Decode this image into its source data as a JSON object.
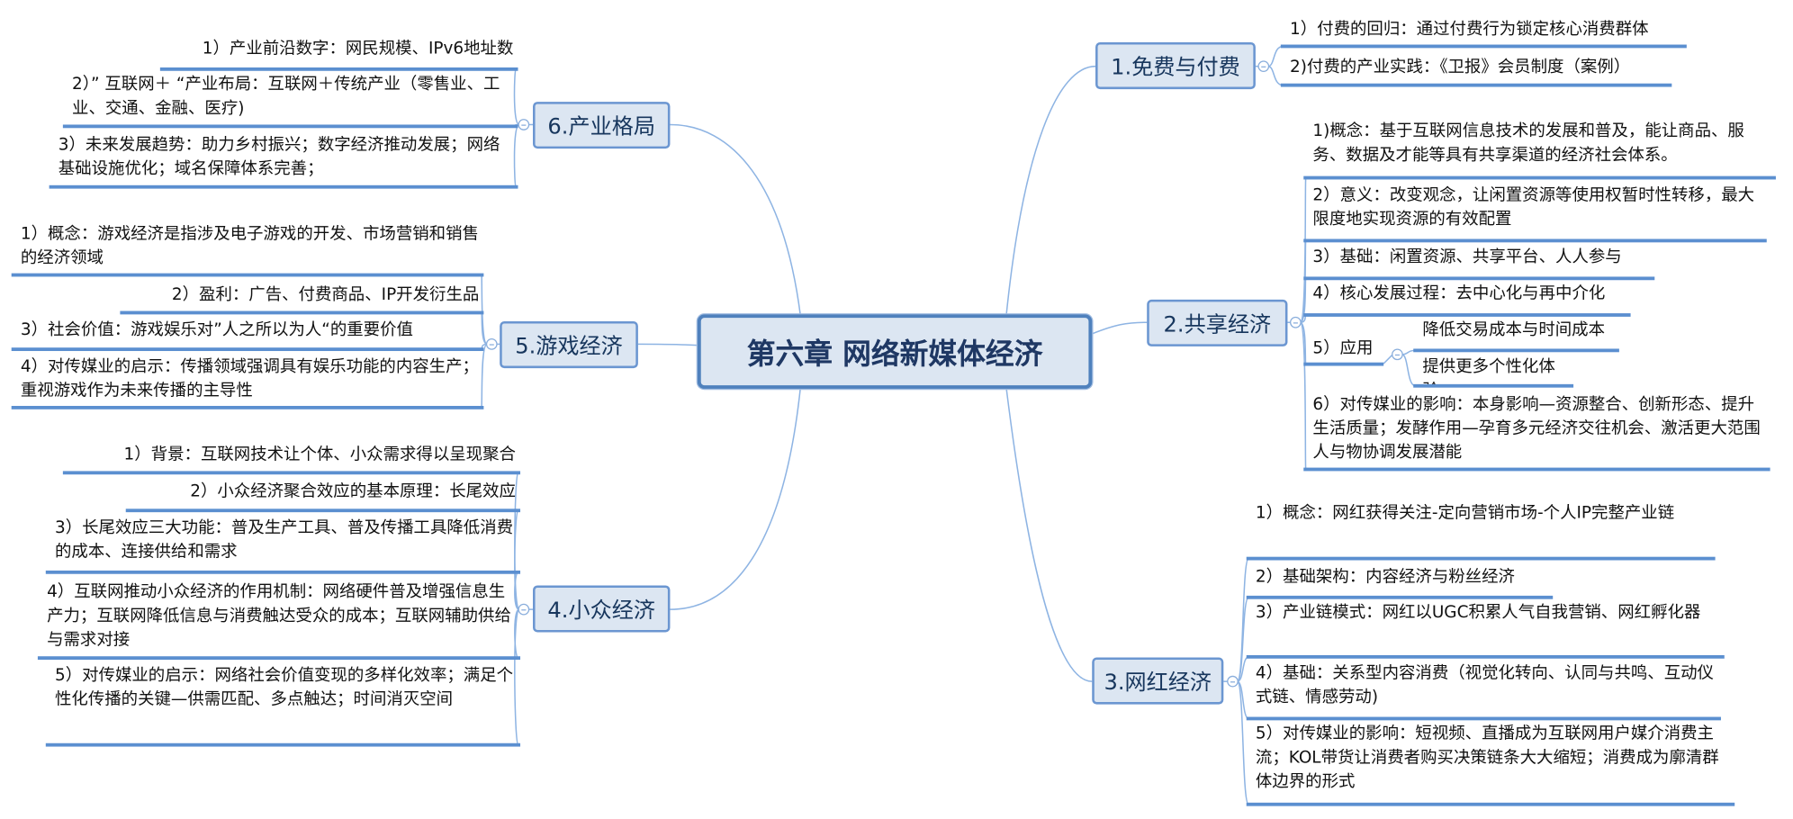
{
  "center": "第六章 网络新媒体经济",
  "topics": {
    "t1": {
      "label": "1.免费与付费",
      "items": [
        "1）付费的回归：通过付费行为锁定核心消费群体",
        "2)付费的产业实践：《卫报》会员制度（案例）"
      ]
    },
    "t2": {
      "label": "2.共享经济",
      "items": [
        "1)概念：基于互联网信息技术的发展和普及，能让商品、服务、数据及才能等具有共享渠道的经济社会体系。",
        "2）意义：改变观念，让闲置资源等使用权暂时性转移，最大限度地实现资源的有效配置",
        "3）基础：闲置资源、共享平台、人人参与",
        "4）核心发展过程：去中心化与再中介化",
        "5）应用",
        "6）对传媒业的影响：本身影响—资源整合、创新形态、提升生活质量；发酵作用—孕育多元经济交往机会、激活更大范围人与物协调发展潜能"
      ],
      "sub": [
        "降低交易成本与时间成本",
        "提供更多个性化体验"
      ]
    },
    "t3": {
      "label": "3.网红经济",
      "items": [
        "1）概念：网红获得关注-定向营销市场-个人IP完整产业链",
        "2）基础架构：内容经济与粉丝经济",
        "3）产业链模式：网红以UGC积累人气自我营销、网红孵化器",
        "4）基础：关系型内容消费（视觉化转向、认同与共鸣、互动仪式链、情感劳动)",
        "5）对传媒业的影响：短视频、直播成为互联网用户媒介消费主流；KOL带货让消费者购买决策链条大大缩短；消费成为廓清群体边界的形式"
      ]
    },
    "t4": {
      "label": "4.小众经济",
      "items": [
        "1）背景：互联网技术让个体、小众需求得以呈现聚合",
        "2）小众经济聚合效应的基本原理：长尾效应",
        "3）长尾效应三大功能：普及生产工具、普及传播工具降低消费的成本、连接供给和需求",
        "4）互联网推动小众经济的作用机制：网络硬件普及增强信息生产力；互联网降低信息与消费触达受众的成本；互联网辅助供给与需求对接",
        "5）对传媒业的启示：网络社会价值变现的多样化效率；满足个性化传播的关键—供需匹配、多点触达；时间消灭空间"
      ]
    },
    "t5": {
      "label": "5.游戏经济",
      "items": [
        "1）概念：游戏经济是指涉及电子游戏的开发、市场营销和销售的经济领域",
        "2）盈利：广告、付费商品、IP开发衍生品",
        "3）社会价值：游戏娱乐对”人之所以为人“的重要价值",
        "4）对传媒业的启示：传播领域强调具有娱乐功能的内容生产；重视游戏作为未来传播的主导性"
      ]
    },
    "t6": {
      "label": "6.产业格局",
      "items": [
        "1）产业前沿数字：网民规模、IPv6地址数",
        "2）” 互联网＋ “产业布局：互联网＋传统产业（零售业、工业、交通、金融、医疗)",
        "3）未来发展趋势：助力乡村振兴；数字经济推动发展；网络基础设施优化；域名保障体系完善；"
      ]
    }
  },
  "colors": {
    "line": "#8eb4e3",
    "underline": "#5b8fd0",
    "box_fill": "#dce6f2",
    "box_border": "#4f81bd"
  }
}
